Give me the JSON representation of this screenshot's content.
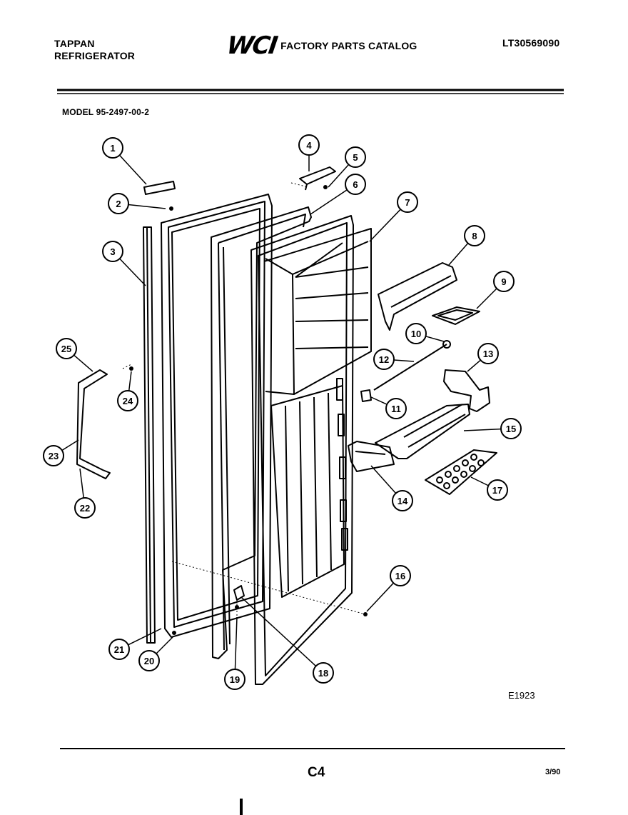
{
  "header": {
    "brand_line1": "TAPPAN",
    "brand_line2": "REFRIGERATOR",
    "logo": "WCI",
    "catalog_title": "FACTORY PARTS CATALOG",
    "catalog_number": "LT30569090"
  },
  "model": "MODEL 95-2497-00-2",
  "diagram_code": "E1923",
  "footer": {
    "page_code": "C4",
    "date": "3/90"
  },
  "callouts": [
    "1",
    "2",
    "3",
    "4",
    "5",
    "6",
    "7",
    "8",
    "9",
    "10",
    "11",
    "12",
    "13",
    "14",
    "15",
    "16",
    "17",
    "18",
    "19",
    "20",
    "21",
    "22",
    "23",
    "24",
    "25"
  ]
}
